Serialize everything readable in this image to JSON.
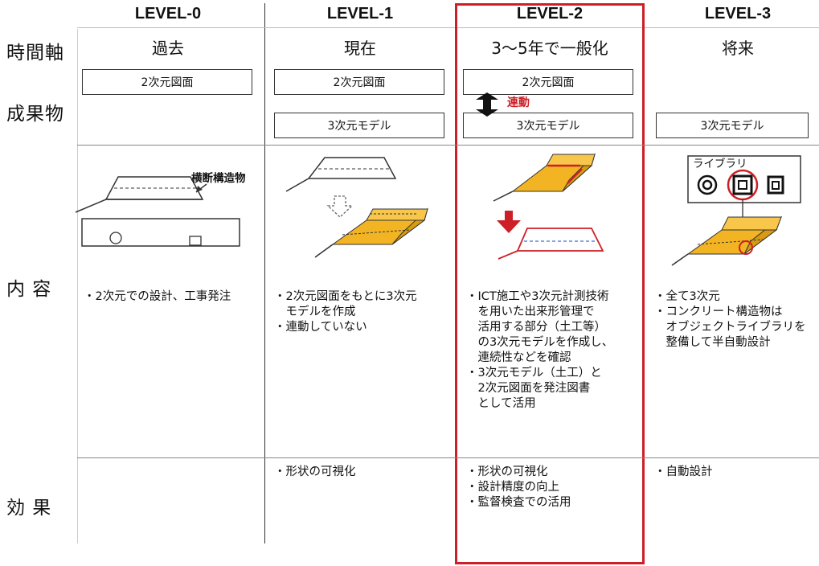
{
  "columns": [
    {
      "level": "LEVEL-0",
      "era": "過去"
    },
    {
      "level": "LEVEL-1",
      "era": "現在"
    },
    {
      "level": "LEVEL-2",
      "era": "3～5年で一般化"
    },
    {
      "level": "LEVEL-3",
      "era": "将来"
    }
  ],
  "row_labels": {
    "time_axis": "時間軸",
    "deliverables": "成果物",
    "content": "内 容",
    "effect": "効 果"
  },
  "deliverables": {
    "drawing_2d": "2次元図面",
    "model_3d": "3次元モデル",
    "link_label": "連動"
  },
  "illustrations": {
    "cross_structure_label": "横断構造物",
    "library_label": "ライブラリ"
  },
  "content": {
    "level0": [
      "・2次元での設計、工事発注"
    ],
    "level1": [
      "・2次元図面をもとに3次元",
      "　モデルを作成",
      "・連動していない"
    ],
    "level2": [
      "・ICT施工や3次元計測技術",
      "　を用いた出来形管理で",
      "　活用する部分（土工等）",
      "　の3次元モデルを作成し、",
      "　連続性などを確認",
      "・3次元モデル（土工）と",
      "　2次元図面を発注図書",
      "　として活用"
    ],
    "level3": [
      "・全て3次元",
      "・コンクリート構造物は",
      "　オブジェクトライブラリを",
      "　整備して半自動設計"
    ]
  },
  "effect": {
    "level1": [
      "・形状の可視化"
    ],
    "level2": [
      "・形状の可視化",
      "・設計精度の向上",
      "・監督検査での活用"
    ],
    "level3": [
      "・自動設計"
    ]
  },
  "colors": {
    "highlight_red": "#cc1f26",
    "model_gold": "#f2b422",
    "model_shade": "#d89a10",
    "grid": "#555555"
  }
}
